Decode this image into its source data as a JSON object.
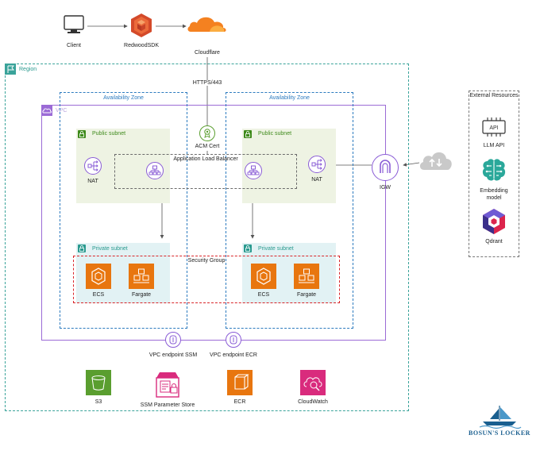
{
  "top": {
    "client": "Client",
    "redwood": "RedwoodSDK",
    "cloudflare": "Cloudflare",
    "https": "HTTPS/443"
  },
  "region": {
    "label": "Region"
  },
  "vpc": {
    "label": "VPC"
  },
  "az_left": {
    "label": "Availability Zone"
  },
  "az_right": {
    "label": "Availability Zone"
  },
  "public_left": {
    "label": "Public subnet"
  },
  "public_right": {
    "label": "Public subnet"
  },
  "private_left": {
    "label": "Private subnet"
  },
  "private_right": {
    "label": "Private subnet"
  },
  "nat_left": "NAT",
  "nat_right": "NAT",
  "acm": "ACM Cert",
  "alb": "Application Load Balancer",
  "security_group": "Security Group",
  "services_left": {
    "ecs": "ECS",
    "fargate": "Fargate"
  },
  "services_right": {
    "ecs": "ECS",
    "fargate": "Fargate"
  },
  "igw": "IGW",
  "endpoints": {
    "ssm": "VPC endpoint SSM",
    "ecr": "VPC endpoint ECR"
  },
  "bottom": {
    "s3": "S3",
    "ssm_store": "SSM Parameter Store",
    "ecr": "ECR",
    "cloudwatch": "CloudWatch"
  },
  "external": {
    "title": "External Resources",
    "llm": "LLM API",
    "embedding_line1": "Embedding",
    "embedding_line2": "model",
    "qdrant": "Qdrant",
    "api_text": "API"
  },
  "brand": {
    "name": "BOSUN'S LOCKER"
  },
  "colors": {
    "region": "#3aa39a",
    "vpc": "#9b6bd6",
    "az": "#2d7bbf",
    "public_subnet": "#3e8a1b",
    "private_subnet": "#2a9a8f",
    "security_group": "#d9262a",
    "compute_orange": "#e8760f",
    "storage_green": "#5a9e2f",
    "mgmt_pink": "#d92b7d",
    "brand_blue": "#1a5f8f"
  }
}
